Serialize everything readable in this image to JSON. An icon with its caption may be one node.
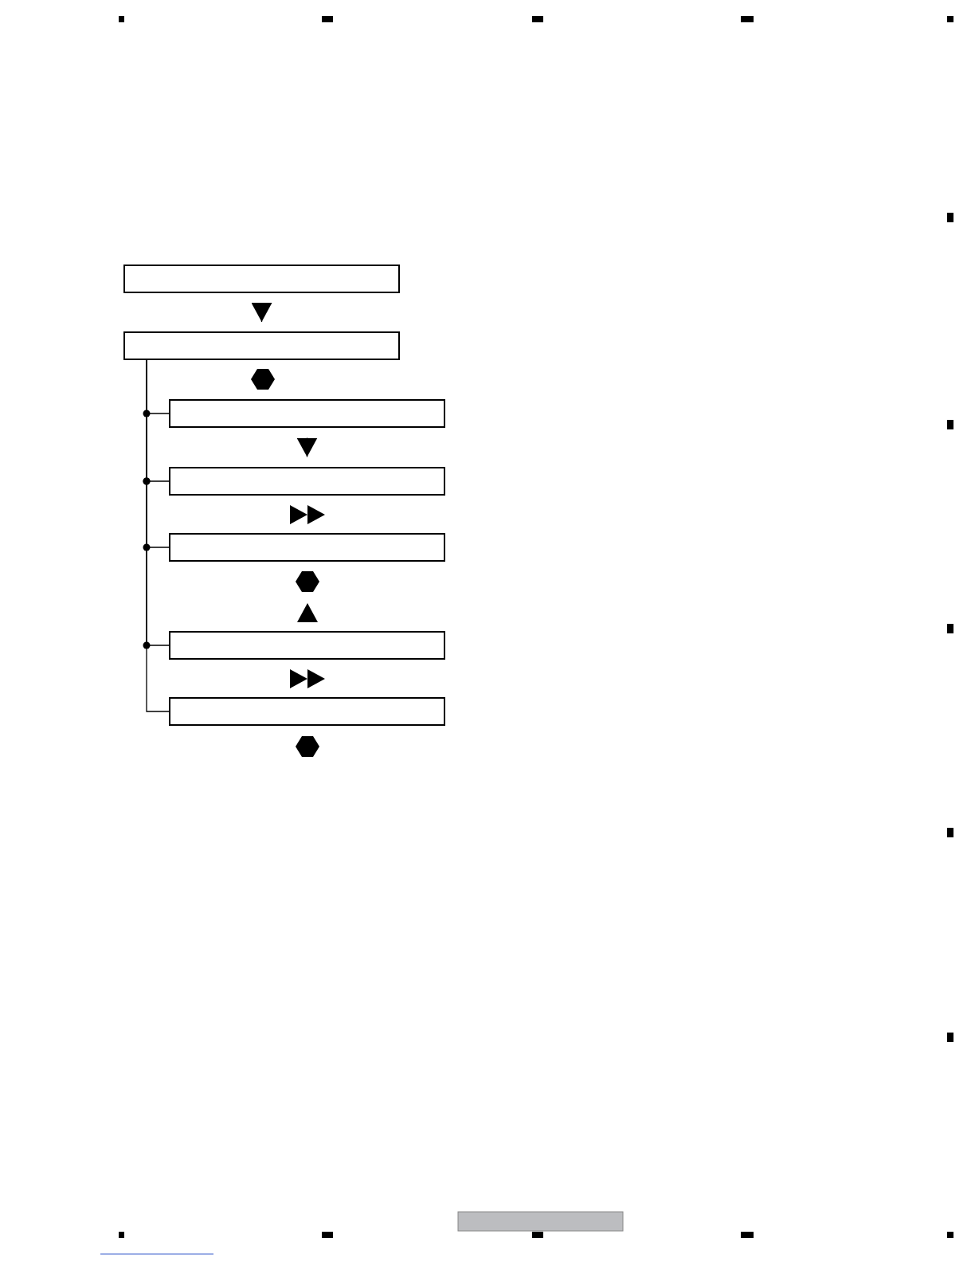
{
  "diagram": {
    "nodes": [
      {
        "text": [],
        "shape": "box"
      },
      {
        "text": [],
        "shape": "box"
      },
      {
        "text": [],
        "shape": "box"
      },
      {
        "text": [],
        "shape": "box"
      },
      {
        "text": [],
        "shape": "box"
      },
      {
        "text": [],
        "shape": "box"
      },
      {
        "text": [],
        "shape": "box"
      }
    ],
    "edges": [
      {
        "from": 0,
        "to": 1,
        "arrow": "to"
      },
      {
        "from": 2,
        "to": 3,
        "arrow": "to"
      },
      {
        "from": 1,
        "to": 2,
        "arrow": "none"
      },
      {
        "from": 1,
        "to": 3,
        "arrow": "none"
      },
      {
        "from": 1,
        "to": 4,
        "arrow": "none"
      },
      {
        "from": 1,
        "to": 5,
        "arrow": "none"
      },
      {
        "from": 1,
        "to": 6,
        "arrow": "none"
      }
    ]
  }
}
